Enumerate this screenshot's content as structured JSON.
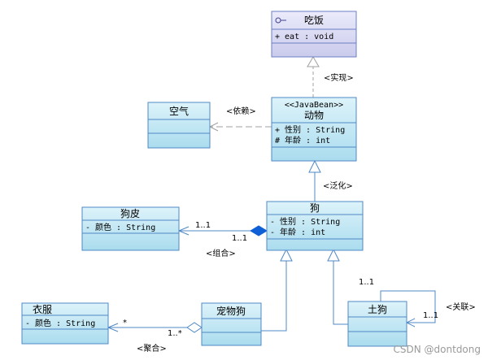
{
  "classes": {
    "eat": {
      "name": "吃饭",
      "members": [
        "+  eat  : void"
      ]
    },
    "animal": {
      "stereotype": "<<JavaBean>>",
      "name": "动物",
      "members": [
        "+  性别  : String",
        "#  年龄  : int"
      ]
    },
    "air": {
      "name": "空气"
    },
    "dog": {
      "name": "狗",
      "members": [
        "-  性别  : String",
        "-  年龄  : int"
      ]
    },
    "dogskin": {
      "name": "狗皮",
      "members": [
        "-  颜色  : String"
      ]
    },
    "clothes": {
      "name": "衣服",
      "members": [
        "-  颜色  : String"
      ]
    },
    "petdog": {
      "name": "宠物狗"
    },
    "tudog": {
      "name": "土狗"
    }
  },
  "relations": {
    "realization": "<实现>",
    "dependency": "<依赖>",
    "generalization": "<泛化>",
    "composition": "<组合>",
    "aggregation": "<聚合>",
    "association": "<关联>"
  },
  "multiplicities": {
    "composition_skin_end": "1..1",
    "composition_dog_end": "1..1",
    "aggregation_clothes_end": "*",
    "aggregation_pet_end": "1..*",
    "self_top": "1..1",
    "self_right": "1..1"
  },
  "watermark": "CSDN @dontdong",
  "colors": {
    "class_fill": "#bfe8f4",
    "interface_fill": "#d8d8f2",
    "line": "#4f88c6",
    "dashed": "#a0a0a0"
  }
}
